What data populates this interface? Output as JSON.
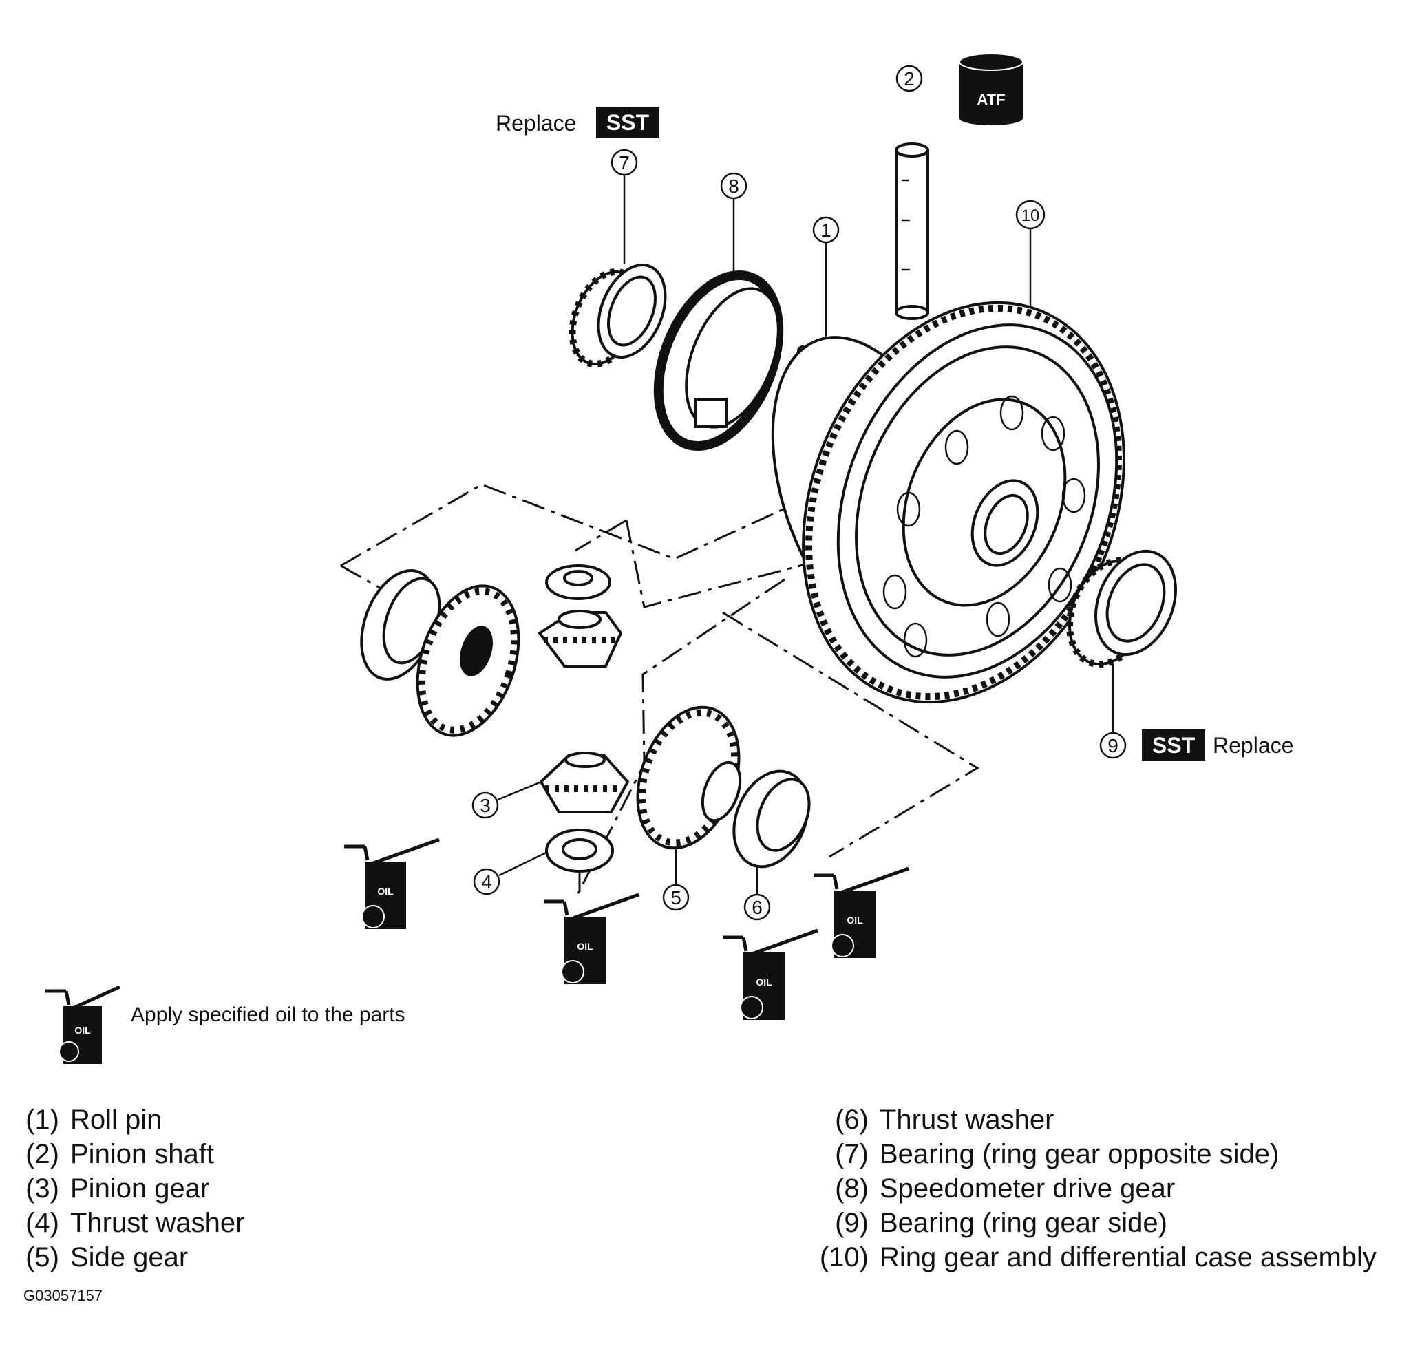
{
  "labels": {
    "replace_top": "Replace",
    "sst_top": "SST",
    "replace_right": "Replace",
    "sst_right": "SST",
    "atf": "ATF",
    "oil": "OIL",
    "oil_note": "Apply specified oil to the parts"
  },
  "callouts": [
    "1",
    "2",
    "3",
    "4",
    "5",
    "6",
    "7",
    "8",
    "9",
    "10"
  ],
  "legend_left": [
    {
      "num": "(1)",
      "text": "Roll pin"
    },
    {
      "num": "(2)",
      "text": "Pinion shaft"
    },
    {
      "num": "(3)",
      "text": "Pinion gear"
    },
    {
      "num": "(4)",
      "text": "Thrust washer"
    },
    {
      "num": "(5)",
      "text": "Side gear"
    }
  ],
  "legend_right": [
    {
      "num": "(6)",
      "text": "Thrust washer"
    },
    {
      "num": "(7)",
      "text": "Bearing (ring gear opposite side)"
    },
    {
      "num": "(8)",
      "text": "Speedometer drive gear"
    },
    {
      "num": "(9)",
      "text": "Bearing (ring gear side)"
    },
    {
      "num": "(10)",
      "text": "Ring gear and differential case assembly"
    }
  ],
  "figure_id": "G03057157"
}
